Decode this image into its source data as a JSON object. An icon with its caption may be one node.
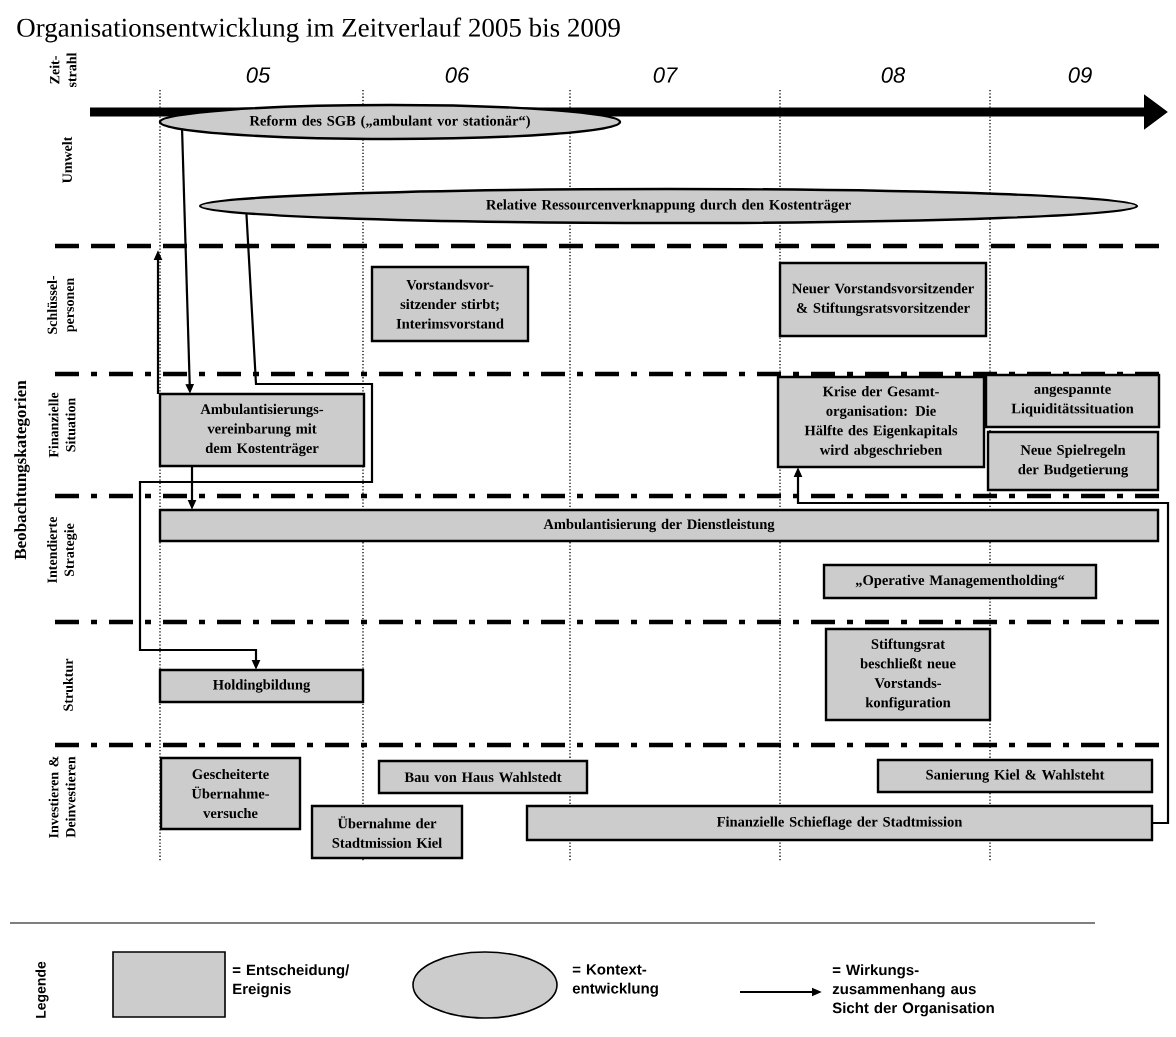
{
  "diagram": {
    "title": "Organisationsentwicklung im Zeitverlauf 2005 bis 2009",
    "nodes": [
      {
        "text": [
          "Reform des SGB („ambulant vor stationär“)"
        ]
      },
      {
        "text": [
          "Relative Ressourcenverknappung durch den Kostenträger"
        ]
      },
      {
        "text": [
          "Vorstandsvor- sitzender stirbt; Interimsvorstand"
        ]
      },
      {
        "text": [
          "Neuer Vorstandsvorsitzender & Stiftungsratsvorsitzender"
        ]
      },
      {
        "text": [
          "Ambulantisierungs- vereinbarung mit dem Kostenträger"
        ]
      },
      {
        "text": [
          "Krise der Gesamt- organisation: Die Hälfte des Eigenkapitals wird abgeschrieben"
        ]
      },
      {
        "text": [
          "angespannte Liquiditätssituation"
        ]
      },
      {
        "text": [
          "Neue Spielregeln der Budgetierung"
        ]
      },
      {
        "text": [
          "Ambulantisierung der Dienstleistung"
        ]
      },
      {
        "text": [
          "„Operative Managementholding“"
        ]
      },
      {
        "text": [
          "Holdingbildung"
        ]
      },
      {
        "text": [
          "Stiftungsrat beschließt neue Vorstands- konfiguration"
        ]
      },
      {
        "text": [
          "Gescheiterte Übernahme- versuche"
        ]
      },
      {
        "text": [
          "Bau von Haus Wahlstedt"
        ]
      },
      {
        "text": [
          "Übernahme der Stadtmission Kiel"
        ]
      },
      {
        "text": [
          "Sanierung Kiel & Wahlsteht"
        ]
      },
      {
        "text": [
          "Finanzielle Schieflage der Stadtmission"
        ]
      }
    ],
    "edges": [
      {
        "from": 0,
        "to": 4,
        "arrow": "to"
      },
      {
        "from": 4,
        "to": 8,
        "arrow": "to"
      },
      {
        "from": 1,
        "to": 10,
        "arrow": "to"
      },
      {
        "from": 4,
        "to": null,
        "arrow": "to"
      },
      {
        "from": 16,
        "to": 5,
        "arrow": "to"
      }
    ],
    "labels": [
      "05",
      "06",
      "07",
      "08",
      "09",
      "Zeit- strahl",
      "Umwelt",
      "Schlüssel- personen",
      "Finanzielle Situation",
      "Intendierte Strategie",
      "Beobachtungskategorien",
      "Struktur",
      "Investieren & Deinvestieren",
      "Legende"
    ],
    "legend": [
      {
        "text": "= Entscheidung/ Ereignis",
        "color": "#cccccc"
      },
      {
        "text": "= Kontext- entwicklung",
        "color": "#cccccc"
      },
      {
        "text": "= Wirkungs- zusammenhang aus Sicht der Organisation"
      }
    ]
  }
}
